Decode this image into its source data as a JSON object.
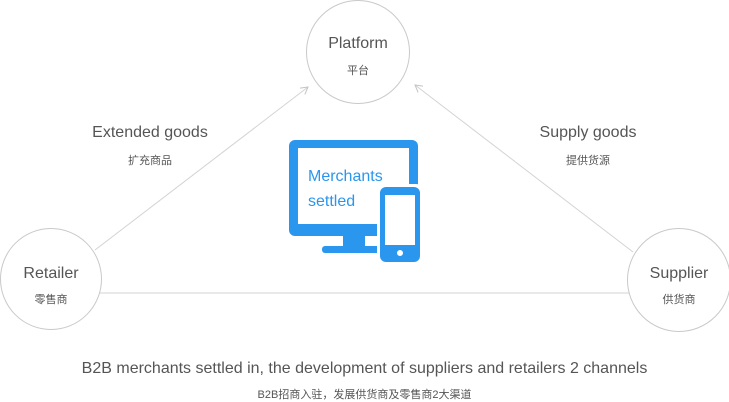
{
  "nodes": {
    "platform": {
      "label": "Platform",
      "label_cn": "平台"
    },
    "retailer": {
      "label": "Retailer",
      "label_cn": "零售商"
    },
    "supplier": {
      "label": "Supplier",
      "label_cn": "供货商"
    }
  },
  "edges": {
    "extended": {
      "label": "Extended goods",
      "label_cn": "扩充商品"
    },
    "supply": {
      "label": "Supply goods",
      "label_cn": "提供货源"
    }
  },
  "center": {
    "line1": "Merchants",
    "line2": "settled",
    "icon": "monitor-and-phone-icon"
  },
  "caption": {
    "en": "B2B merchants settled in, the development of suppliers and retailers 2 channels",
    "cn": "B2B招商入驻，发展供货商及零售商2大渠道"
  },
  "colors": {
    "accent": "#2a96ee",
    "line": "#cfcfcf",
    "text": "#555555"
  }
}
